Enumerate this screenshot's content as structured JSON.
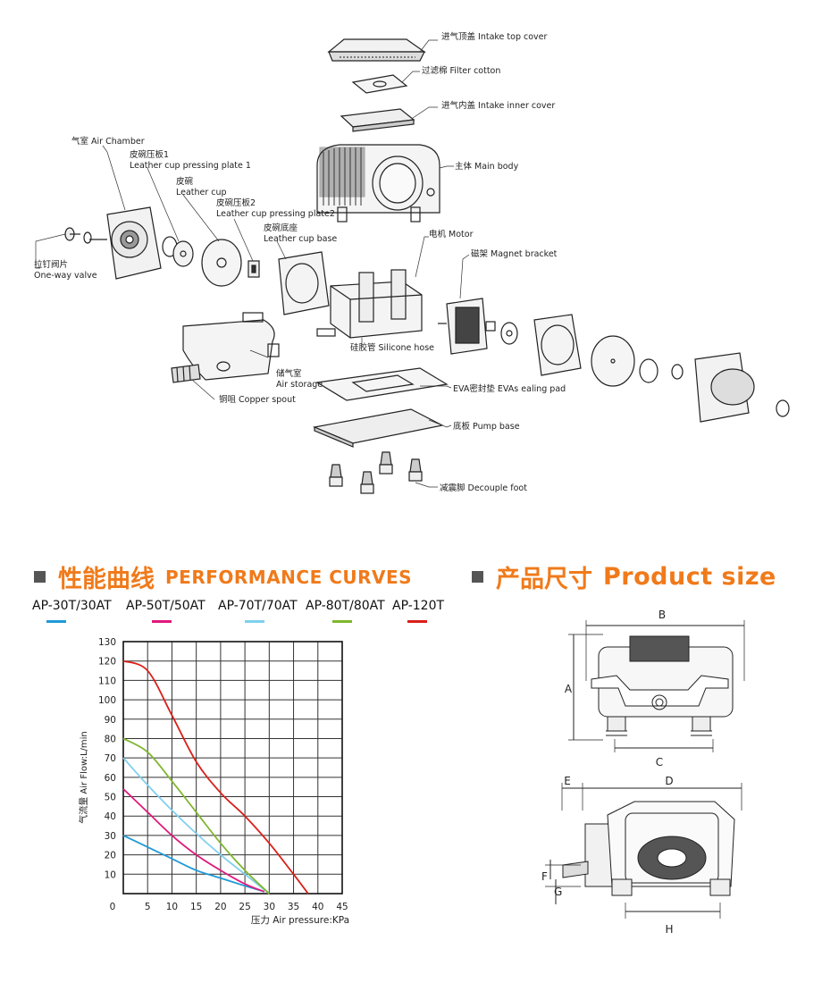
{
  "exploded_view": {
    "parts": {
      "intake_top_cover": "进气顶盖 Intake top cover",
      "filter_cotton": "过滤棉 Filter cotton",
      "intake_inner_cover": "进气内盖 Intake inner cover",
      "main_body": "主体 Main body",
      "air_chamber": "气室 Air Chamber",
      "cup_plate1_cn": "皮碗压板1",
      "cup_plate1_en": "Leather cup pressing plate 1",
      "leather_cup_cn": "皮碗",
      "leather_cup_en": "Leather cup",
      "cup_plate2_cn": "皮碗压板2",
      "cup_plate2_en": "Leather cup pressing plate2",
      "cup_base_cn": "皮碗底座",
      "cup_base_en": "Leather cup base",
      "motor": "电机 Motor",
      "magnet_bracket": "磁架 Magnet bracket",
      "one_way_cn": "拉钉阀片",
      "one_way_en": "One-way valve",
      "silicone_hose": "硅胶管 Silicone hose",
      "air_storage_cn": "储气室",
      "air_storage_en": "Air storage",
      "eva_pad": "EVA密封垫 EVAs ealing pad",
      "copper_spout": "铜咀 Copper spout",
      "pump_base": "底板 Pump base",
      "decouple_foot": "减震脚 Decouple foot"
    }
  },
  "performance": {
    "title_cn": "性能曲线",
    "title_en": "PERFORMANCE CURVES"
  },
  "product_size": {
    "title_cn": "产品尺寸",
    "title_en": "Product size",
    "dims": {
      "a": "A",
      "b": "B",
      "c": "C",
      "d": "D",
      "e": "E",
      "f": "F",
      "g": "G",
      "h": "H"
    }
  },
  "chart_data": {
    "type": "line",
    "title": "",
    "xlabel": "压力 Air pressure:KPa",
    "ylabel": "气流量 Air Flow:L/min",
    "xlim": [
      0,
      45
    ],
    "ylim": [
      0,
      130
    ],
    "x_ticks": [
      0,
      5,
      10,
      15,
      20,
      25,
      30,
      35,
      40,
      45
    ],
    "y_ticks": [
      10,
      20,
      30,
      40,
      50,
      60,
      70,
      80,
      90,
      100,
      110,
      120,
      130
    ],
    "grid": true,
    "legend_position": "top",
    "series": [
      {
        "name": "AP-30T/30AT",
        "color": "#1f9ad6",
        "points": [
          [
            0,
            30
          ],
          [
            5,
            24
          ],
          [
            10,
            18
          ],
          [
            15,
            12
          ],
          [
            20,
            8
          ],
          [
            25,
            4
          ],
          [
            29,
            1
          ]
        ]
      },
      {
        "name": "AP-50T/50AT",
        "color": "#e0197d",
        "points": [
          [
            0,
            54
          ],
          [
            5,
            42
          ],
          [
            10,
            30
          ],
          [
            15,
            20
          ],
          [
            20,
            12
          ],
          [
            25,
            5
          ],
          [
            29,
            1
          ]
        ]
      },
      {
        "name": "AP-70T/70AT",
        "color": "#7fd0ee",
        "points": [
          [
            0,
            70
          ],
          [
            5,
            56
          ],
          [
            10,
            43
          ],
          [
            15,
            31
          ],
          [
            20,
            20
          ],
          [
            25,
            10
          ],
          [
            30,
            0
          ]
        ]
      },
      {
        "name": "AP-80T/80AT",
        "color": "#7fb72e",
        "points": [
          [
            0,
            80
          ],
          [
            5,
            73
          ],
          [
            10,
            58
          ],
          [
            15,
            42
          ],
          [
            20,
            26
          ],
          [
            25,
            12
          ],
          [
            30,
            0
          ]
        ]
      },
      {
        "name": "AP-120T",
        "color": "#d9201a",
        "points": [
          [
            0,
            120
          ],
          [
            5,
            115
          ],
          [
            10,
            92
          ],
          [
            15,
            68
          ],
          [
            20,
            52
          ],
          [
            25,
            40
          ],
          [
            30,
            26
          ],
          [
            35,
            10
          ],
          [
            38,
            0
          ]
        ]
      }
    ]
  }
}
